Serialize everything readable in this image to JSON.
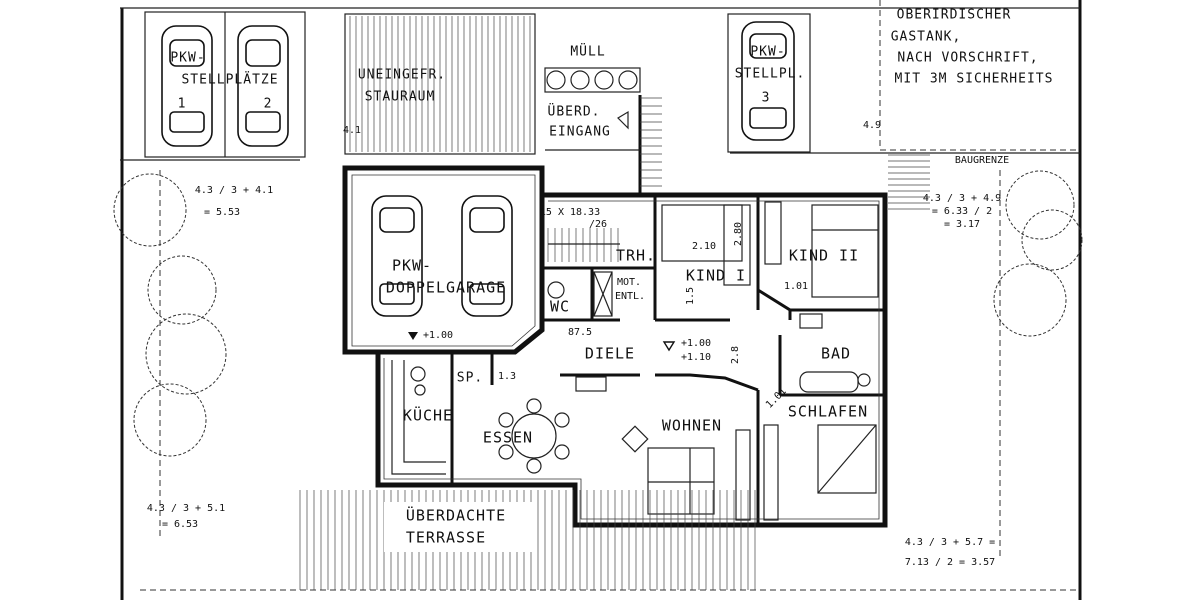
{
  "plan": {
    "labels": {
      "parking_12": [
        "PKW-",
        "STELLPLÄTZE"
      ],
      "parking_12_nums": [
        "1",
        "2"
      ],
      "storage": [
        "UNEINGEFR.",
        "STAURAUM"
      ],
      "waste": "MÜLL",
      "covered_entrance": [
        "ÜBERD.",
        "EINGANG"
      ],
      "parking_3": [
        "PKW-",
        "STELLPL."
      ],
      "parking_3_num": "3",
      "gas_tank": [
        "OBERIRDISCHER",
        "GASTANK,",
        "NACH VORSCHRIFT,",
        "MIT 3M SICHERHEITS"
      ],
      "building_line": "BAUGRENZE",
      "garage": [
        "PKW-",
        "DOPPELGARAGE"
      ],
      "garage_level": "+1.00",
      "stair_spec": [
        "15 X 18.33",
        "/26"
      ],
      "stair_room": "TRH.",
      "wc": "WC",
      "mot_ventilation": [
        "MOT.",
        "ENTL."
      ],
      "child1": "KIND I",
      "child2": "KIND II",
      "hall": "DIELE",
      "hall_levels": [
        "+1.00",
        "+1.10"
      ],
      "bath": "BAD",
      "pantry": "SP.",
      "kitchen": "KÜCHE",
      "dining": "ESSEN",
      "living": "WOHNEN",
      "bedroom": "SCHLAFEN",
      "terrace": [
        "ÜBERDACHTE",
        "TERRASSE"
      ]
    },
    "dimensions": {
      "top_left": [
        "4.3 / 3 + 4.1",
        "= 5.53"
      ],
      "top_right": [
        "4.3 / 3 + 4.9",
        "= 6.33 / 2",
        "= 3.17"
      ],
      "bottom_left": [
        "4.3 / 3 + 5.1",
        "= 6.53"
      ],
      "bottom_right": [
        "4.3 / 3 + 5.7 =",
        "7.13 / 2 = 3.57"
      ],
      "child1_w": "2.10",
      "child1_h": "2.80",
      "child1_side": "1.5",
      "wc_dim": "87.5",
      "hall_w": "1.3",
      "hall_h": "2.8",
      "door_1": "1.01",
      "door_2": "1.01",
      "side_tick": "4.1",
      "side_tick_r": "4.9"
    }
  }
}
